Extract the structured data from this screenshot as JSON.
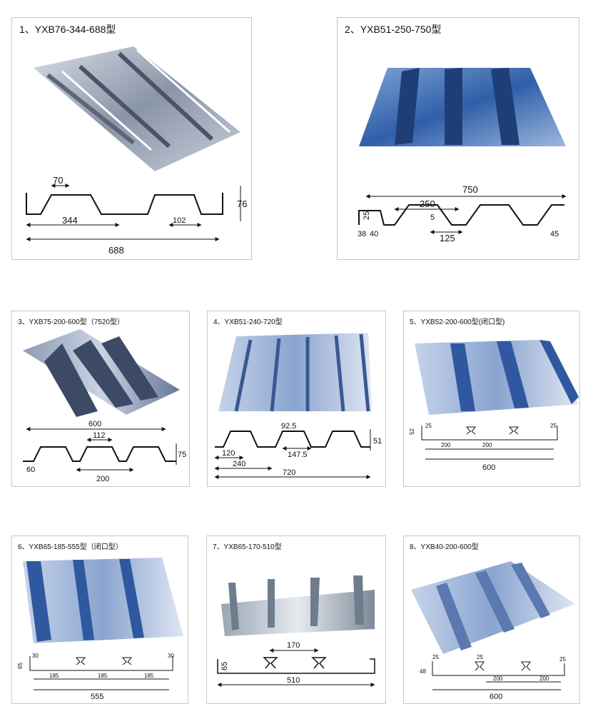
{
  "panels": [
    {
      "title": "1、YXB76-344-688型",
      "dims": {
        "a": "70",
        "b": "344",
        "c": "102",
        "d": "76",
        "e": "688"
      }
    },
    {
      "title": "2、YXB51-250-750型",
      "dims": {
        "a": "750",
        "b": "250",
        "c": "25",
        "d": "5",
        "e": "38",
        "f": "40",
        "g": "125",
        "h": "45"
      }
    },
    {
      "title": "3、YXB75-200-600型（7520型）",
      "dims": {
        "a": "600",
        "b": "112",
        "c": "75",
        "d": "60",
        "e": "200"
      }
    },
    {
      "title": "4、YXB51-240-720型",
      "dims": {
        "a": "92.5",
        "b": "51",
        "c": "120",
        "d": "147.5",
        "e": "240",
        "f": "720"
      }
    },
    {
      "title": "5、YXB52-200-600型(闭口型)",
      "dims": {
        "a": "52",
        "b": "25",
        "c": "200",
        "d": "200",
        "e": "25",
        "f": "600"
      }
    },
    {
      "title": "6、YXB65-185-555型（闭口型）",
      "dims": {
        "a": "65",
        "b": "30",
        "c": "185",
        "d": "185",
        "e": "185",
        "f": "30",
        "g": "555"
      }
    },
    {
      "title": "7、YXB65-170-510型",
      "dims": {
        "a": "170",
        "b": "65",
        "c": "510"
      }
    },
    {
      "title": "8、YXB40-200-600型",
      "dims": {
        "a": "25",
        "b": "25",
        "c": "48",
        "d": "200",
        "e": "200",
        "f": "25",
        "g": "600"
      }
    }
  ]
}
